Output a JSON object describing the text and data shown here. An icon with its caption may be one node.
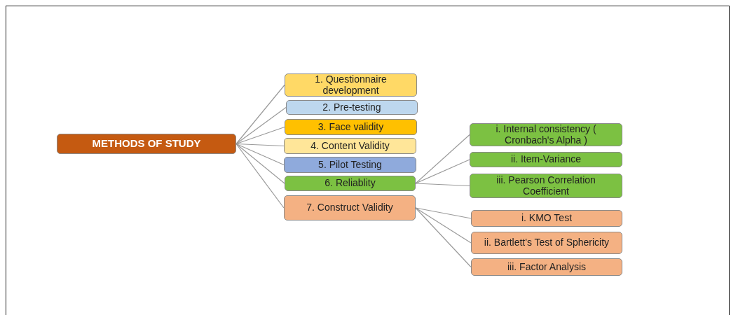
{
  "diagram": {
    "nodes": [
      {
        "text": [
          "METHODS OF STUDY"
        ]
      },
      {
        "text": [
          "1. Questionnaire development"
        ]
      },
      {
        "text": [
          "2. Pre-testing"
        ]
      },
      {
        "text": [
          "3. Face validity"
        ]
      },
      {
        "text": [
          "4. Content Validity"
        ]
      },
      {
        "text": [
          "5. Pilot Testing"
        ]
      },
      {
        "text": [
          "6. Reliablity"
        ]
      },
      {
        "text": [
          "7. Construct Validity"
        ]
      },
      {
        "text": [
          "i. Internal consistency ( Cronbach's Alpha )"
        ]
      },
      {
        "text": [
          "ii. Item-Variance"
        ]
      },
      {
        "text": [
          "iii. Pearson Correlation Coefficient"
        ]
      },
      {
        "text": [
          "i. KMO Test"
        ]
      },
      {
        "text": [
          "ii. Bartlett's Test of Sphericity"
        ]
      },
      {
        "text": [
          "iii. Factor Analysis"
        ]
      }
    ],
    "edges": [
      {
        "from": 0,
        "to": 1,
        "arrow": "none"
      },
      {
        "from": 0,
        "to": 2,
        "arrow": "none"
      },
      {
        "from": 0,
        "to": 3,
        "arrow": "none"
      },
      {
        "from": 0,
        "to": 4,
        "arrow": "none"
      },
      {
        "from": 0,
        "to": 5,
        "arrow": "none"
      },
      {
        "from": 0,
        "to": 6,
        "arrow": "none"
      },
      {
        "from": 0,
        "to": 7,
        "arrow": "none"
      },
      {
        "from": 6,
        "to": 8,
        "arrow": "none"
      },
      {
        "from": 6,
        "to": 9,
        "arrow": "none"
      },
      {
        "from": 6,
        "to": 10,
        "arrow": "none"
      },
      {
        "from": 7,
        "to": 11,
        "arrow": "none"
      },
      {
        "from": 7,
        "to": 12,
        "arrow": "none"
      },
      {
        "from": 7,
        "to": 13,
        "arrow": "none"
      }
    ]
  }
}
